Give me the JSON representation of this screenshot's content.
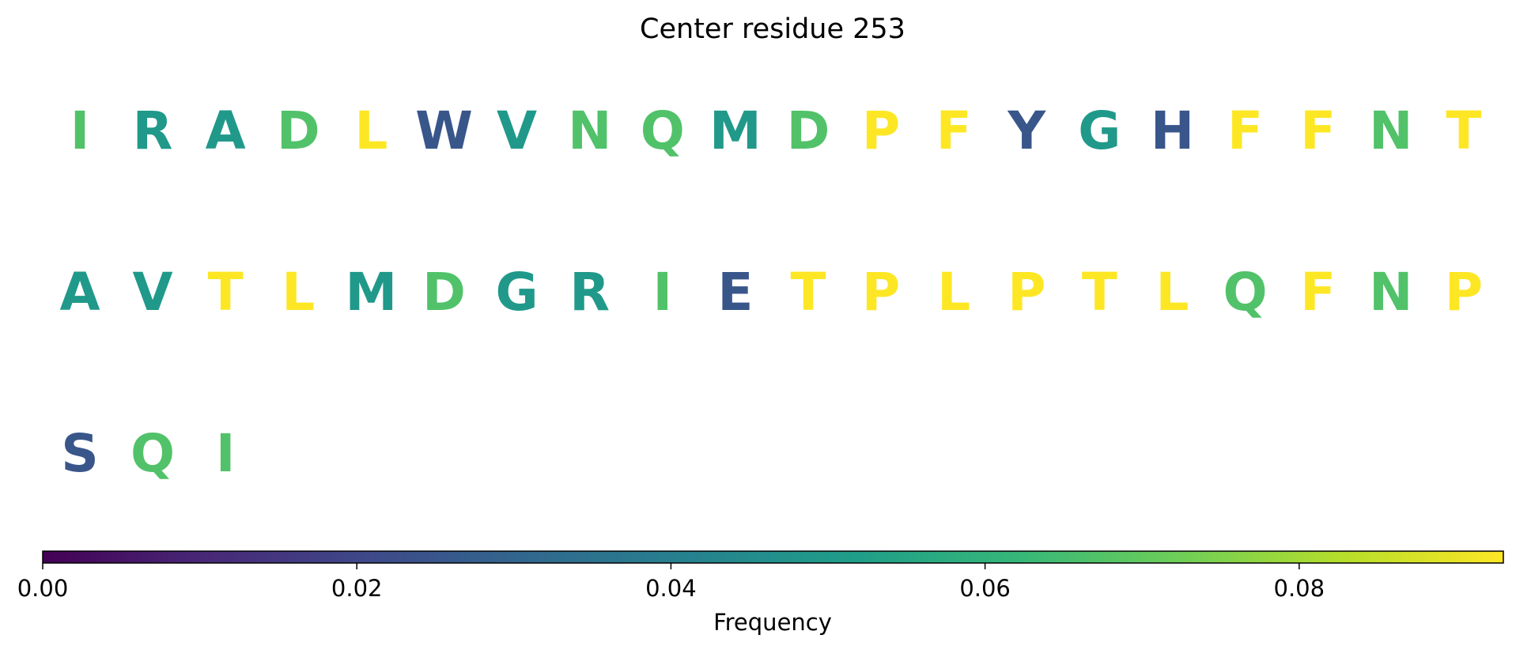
{
  "chart_data": {
    "type": "sequence-logo",
    "title": "Center residue 253",
    "residues": [
      {
        "letter": "I",
        "value": 0.067
      },
      {
        "letter": "R",
        "value": 0.05
      },
      {
        "letter": "A",
        "value": 0.05
      },
      {
        "letter": "D",
        "value": 0.067
      },
      {
        "letter": "L",
        "value": 0.093
      },
      {
        "letter": "W",
        "value": 0.025
      },
      {
        "letter": "V",
        "value": 0.05
      },
      {
        "letter": "N",
        "value": 0.067
      },
      {
        "letter": "Q",
        "value": 0.067
      },
      {
        "letter": "M",
        "value": 0.05
      },
      {
        "letter": "D",
        "value": 0.067
      },
      {
        "letter": "P",
        "value": 0.093
      },
      {
        "letter": "F",
        "value": 0.093
      },
      {
        "letter": "Y",
        "value": 0.025
      },
      {
        "letter": "G",
        "value": 0.05
      },
      {
        "letter": "H",
        "value": 0.025
      },
      {
        "letter": "F",
        "value": 0.093
      },
      {
        "letter": "F",
        "value": 0.093
      },
      {
        "letter": "N",
        "value": 0.067
      },
      {
        "letter": "T",
        "value": 0.093
      },
      {
        "letter": "A",
        "value": 0.05
      },
      {
        "letter": "V",
        "value": 0.05
      },
      {
        "letter": "T",
        "value": 0.093
      },
      {
        "letter": "L",
        "value": 0.093
      },
      {
        "letter": "M",
        "value": 0.05
      },
      {
        "letter": "D",
        "value": 0.067
      },
      {
        "letter": "G",
        "value": 0.05
      },
      {
        "letter": "R",
        "value": 0.05
      },
      {
        "letter": "I",
        "value": 0.067
      },
      {
        "letter": "E",
        "value": 0.025
      },
      {
        "letter": "T",
        "value": 0.093
      },
      {
        "letter": "P",
        "value": 0.093
      },
      {
        "letter": "L",
        "value": 0.093
      },
      {
        "letter": "P",
        "value": 0.093
      },
      {
        "letter": "T",
        "value": 0.093
      },
      {
        "letter": "L",
        "value": 0.093
      },
      {
        "letter": "Q",
        "value": 0.067
      },
      {
        "letter": "F",
        "value": 0.093
      },
      {
        "letter": "N",
        "value": 0.067
      },
      {
        "letter": "P",
        "value": 0.093
      },
      {
        "letter": "S",
        "value": 0.025
      },
      {
        "letter": "Q",
        "value": 0.067
      },
      {
        "letter": "I",
        "value": 0.067
      }
    ],
    "letters_per_row": 20,
    "colorbar": {
      "label": "Frequency",
      "colormap": "viridis",
      "range": [
        0,
        0.093
      ],
      "ticks": [
        0.0,
        0.02,
        0.04,
        0.06,
        0.08
      ],
      "tick_labels": [
        "0.00",
        "0.02",
        "0.04",
        "0.06",
        "0.08"
      ]
    },
    "colors": {
      "viridis_stops": [
        "#440154",
        "#482878",
        "#3e4989",
        "#31688e",
        "#26828e",
        "#1f9e89",
        "#35b779",
        "#6ece58",
        "#b5de2b",
        "#fde725"
      ]
    }
  }
}
